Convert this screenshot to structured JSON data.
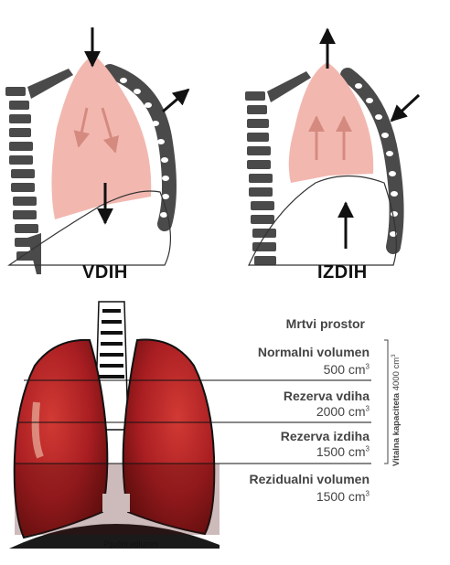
{
  "breathing": {
    "inhale_label": "VDIH",
    "exhale_label": "IZDIH"
  },
  "volumes": {
    "dead_space": "Mrtvi prostor",
    "items": [
      {
        "name": "Normalni volumen",
        "value": "500 cm",
        "unit_exp": "3"
      },
      {
        "name": "Rezerva vdiha",
        "value": "2000 cm",
        "unit_exp": "3"
      },
      {
        "name": "Rezerva izdiha",
        "value": "1500 cm",
        "unit_exp": "3"
      },
      {
        "name": "Rezidualni volumen",
        "value": "1500 cm",
        "unit_exp": "3"
      }
    ],
    "vital_capacity_bold": "Vitalna kapaciteta",
    "vital_capacity_value": "4000 cm",
    "vital_capacity_exp": "3"
  },
  "caption": "Pljučni volumni",
  "colors": {
    "lung_fill": "#f2b8b0",
    "rib": "#4a4a4a",
    "lung_red": "#b8282a",
    "lung_dark": "#7a1414"
  }
}
